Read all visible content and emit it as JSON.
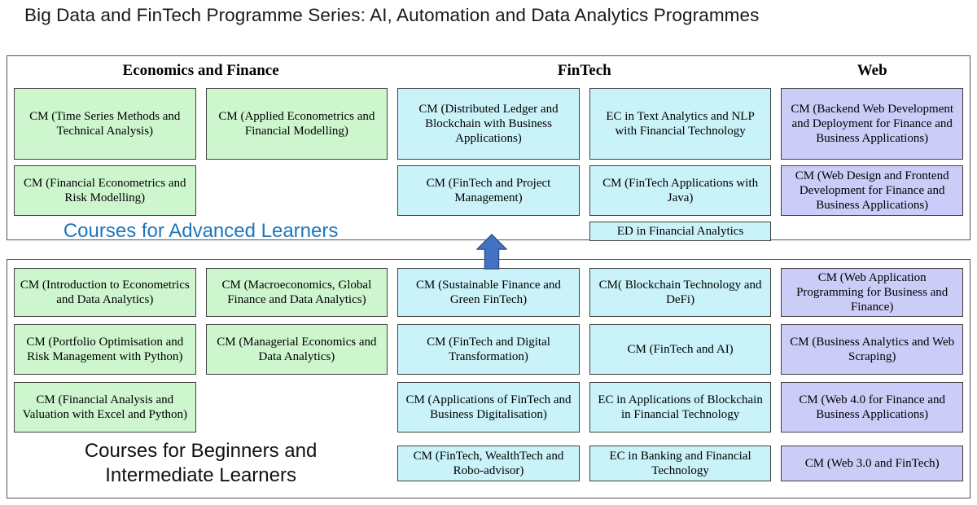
{
  "title": "Big Data and FinTech Programme Series: AI, Automation and Data Analytics Programmes",
  "colors": {
    "econ": "#cdf6ce",
    "fintech": "#c9f3f9",
    "web": "#ccccf8",
    "box_border": "#3f3f3f",
    "panel_border": "#545454",
    "advanced_label_text": "#1f75bb",
    "arrow_fill": "#4472c4",
    "arrow_stroke": "#2f528f"
  },
  "column_headers": {
    "economics": "Economics and Finance",
    "fintech": "FinTech",
    "web": "Web"
  },
  "advanced": {
    "label": "Courses for Advanced Learners",
    "boxes": [
      {
        "text": "CM (Time Series Methods and Technical Analysis)",
        "category": "econ"
      },
      {
        "text": "CM (Applied Econometrics and Financial Modelling)",
        "category": "econ"
      },
      {
        "text": "CM (Distributed Ledger and Blockchain with Business Applications)",
        "category": "fintech"
      },
      {
        "text": "EC in Text Analytics and NLP with Financial Technology",
        "category": "fintech"
      },
      {
        "text": "CM (Backend Web Development and Deployment for Finance and Business Applications)",
        "category": "web"
      },
      {
        "text": "CM (Financial Econometrics and Risk Modelling)",
        "category": "econ"
      },
      {
        "text": "CM (FinTech and Project Management)",
        "category": "fintech"
      },
      {
        "text": "CM (FinTech Applications with Java)",
        "category": "fintech"
      },
      {
        "text": "CM (Web Design and Frontend Development for Finance and Business Applications)",
        "category": "web"
      },
      {
        "text": "ED in Financial Analytics",
        "category": "fintech"
      }
    ]
  },
  "beginner": {
    "label": "Courses for Beginners and Intermediate Learners",
    "boxes": [
      {
        "text": "CM (Introduction to Econometrics and Data Analytics)",
        "category": "econ"
      },
      {
        "text": "CM (Macroeconomics, Global Finance and Data Analytics)",
        "category": "econ"
      },
      {
        "text": "CM (Sustainable Finance and Green FinTech)",
        "category": "fintech"
      },
      {
        "text": "CM( Blockchain Technology and DeFi)",
        "category": "fintech"
      },
      {
        "text": "CM (Web Application Programming for Business and Finance)",
        "category": "web"
      },
      {
        "text": "CM (Portfolio Optimisation and Risk Management with Python)",
        "category": "econ"
      },
      {
        "text": "CM (Managerial Economics and Data Analytics)",
        "category": "econ"
      },
      {
        "text": "CM (FinTech and Digital Transformation)",
        "category": "fintech"
      },
      {
        "text": "CM (FinTech and AI)",
        "category": "fintech"
      },
      {
        "text": "CM (Business Analytics and Web Scraping)",
        "category": "web"
      },
      {
        "text": "CM (Financial Analysis and Valuation with Excel and Python)",
        "category": "econ"
      },
      {
        "text": "CM (Applications of FinTech and Business Digitalisation)",
        "category": "fintech"
      },
      {
        "text": "EC in Applications of Blockchain in Financial Technology",
        "category": "fintech"
      },
      {
        "text": "CM (Web 4.0 for Finance and Business Applications)",
        "category": "web"
      },
      {
        "text": "CM (FinTech, WealthTech and Robo-advisor)",
        "category": "fintech"
      },
      {
        "text": "EC in Banking and Financial Technology",
        "category": "fintech"
      },
      {
        "text": "CM (Web 3.0 and FinTech)",
        "category": "web"
      }
    ]
  }
}
